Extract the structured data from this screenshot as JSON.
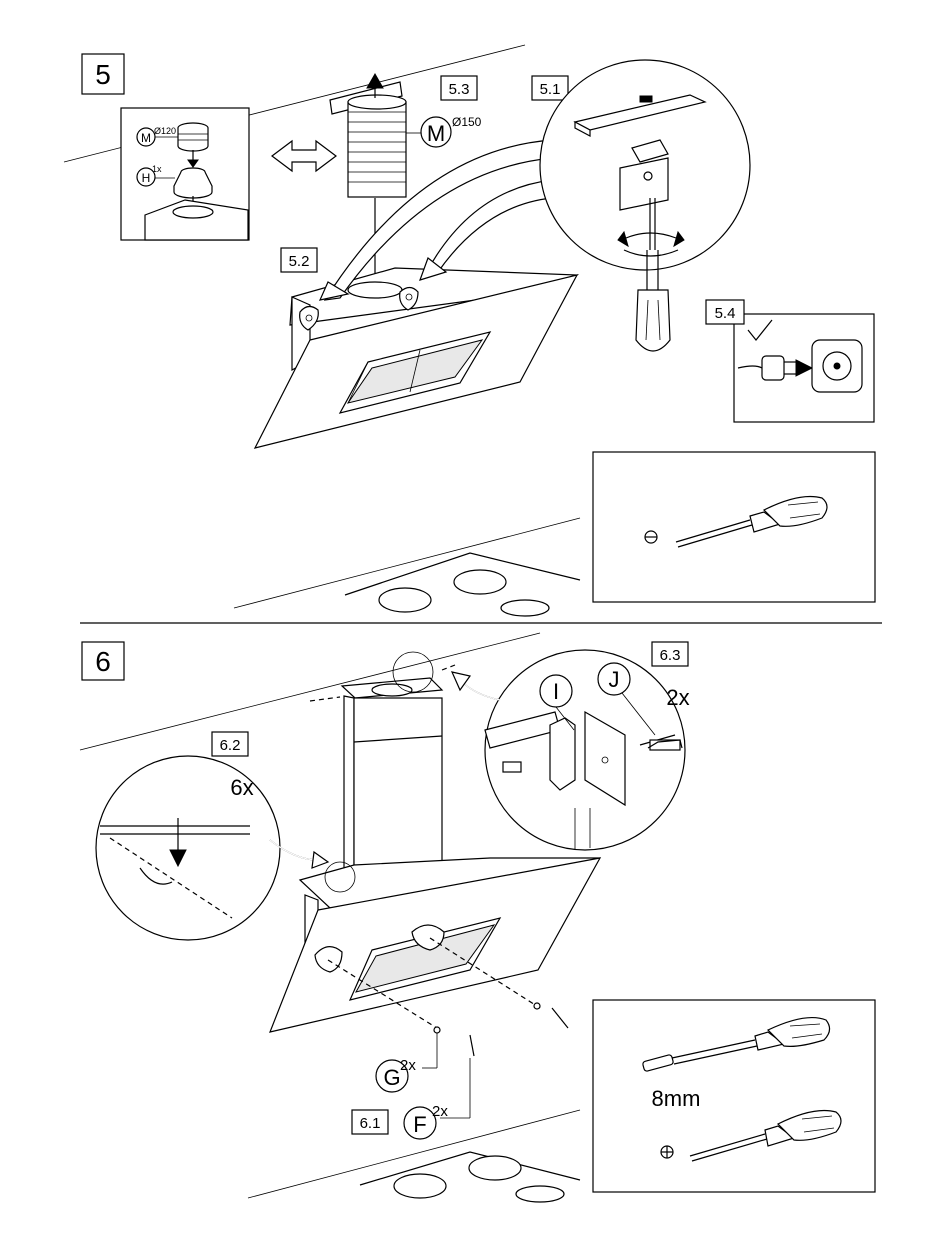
{
  "steps": [
    {
      "number": "5",
      "substeps": [
        "5.1",
        "5.2",
        "5.3",
        "5.4"
      ],
      "inset_parts": [
        {
          "letter": "M",
          "note": "Ø120"
        },
        {
          "letter": "H",
          "note": "1x"
        }
      ],
      "main_part": {
        "letter": "M",
        "note": "Ø150"
      },
      "tool": "flat-screwdriver"
    },
    {
      "number": "6",
      "substeps": [
        "6.1",
        "6.2",
        "6.3"
      ],
      "labels": {
        "count_62": "6x",
        "count_63": "2x",
        "part_i": "I",
        "part_j": "J",
        "part_g": "G",
        "part_g_qty": "2x",
        "part_f": "F",
        "part_f_qty": "2x"
      },
      "tools": {
        "socket_size": "8mm",
        "second": "phillips-screwdriver"
      }
    }
  ],
  "colors": {
    "ink": "#000000",
    "paper": "#ffffff",
    "shade": "#e8e8e8"
  }
}
